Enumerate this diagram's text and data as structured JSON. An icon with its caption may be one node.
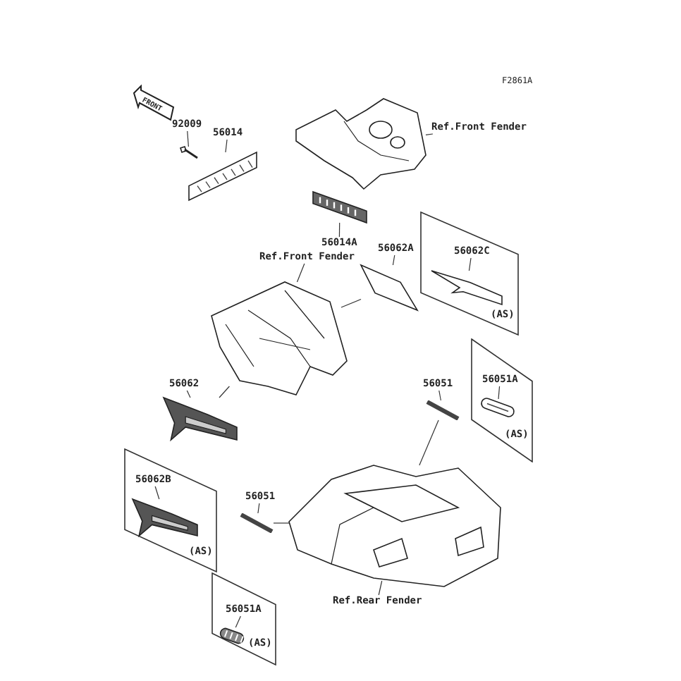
{
  "diagram": {
    "nodes": [
      {
        "text": [
          "92009"
        ]
      },
      {
        "text": [],
        "shape": "picture"
      },
      {
        "text": [
          "56014"
        ]
      },
      {
        "text": [],
        "shape": "picture"
      },
      {
        "text": [],
        "shape": "picture"
      },
      {
        "text": [
          "Ref.Front Fender"
        ]
      },
      {
        "text": [
          "56014A"
        ]
      },
      {
        "text": [],
        "shape": "picture"
      },
      {
        "text": [
          "Ref.Front Fender"
        ]
      },
      {
        "text": [],
        "shape": "picture"
      },
      {
        "text": [
          "56062A"
        ]
      },
      {
        "text": [],
        "shape": "picture"
      },
      {
        "text": [
          "(AS)"
        ]
      },
      {
        "text": [
          "56062C"
        ],
        "in": 12
      },
      {
        "text": [],
        "shape": "picture",
        "in": 12
      },
      {
        "text": [
          "(AS)"
        ]
      },
      {
        "text": [
          "56051A"
        ],
        "in": 15
      },
      {
        "text": [],
        "shape": "picture",
        "in": 15
      },
      {
        "text": [
          "56051"
        ]
      },
      {
        "text": [],
        "shape": "bar"
      },
      {
        "text": [
          "56062"
        ]
      },
      {
        "text": [],
        "shape": "picture"
      },
      {
        "text": [
          "(AS)"
        ]
      },
      {
        "text": [
          "56062B"
        ],
        "in": 22
      },
      {
        "text": [],
        "shape": "picture",
        "in": 22
      },
      {
        "text": [
          "(AS)"
        ]
      },
      {
        "text": [
          "56051A"
        ],
        "in": 25
      },
      {
        "text": [],
        "shape": "picture",
        "in": 25
      },
      {
        "text": [
          "56051"
        ]
      },
      {
        "text": [],
        "shape": "bar"
      },
      {
        "text": [],
        "shape": "picture"
      },
      {
        "text": [
          "Ref.Rear Fender"
        ]
      }
    ],
    "edges": [
      {
        "from": 0,
        "to": 1,
        "arrow": "none"
      },
      {
        "from": 2,
        "to": 3,
        "arrow": "none"
      },
      {
        "from": 5,
        "to": 4,
        "arrow": "none"
      },
      {
        "from": 6,
        "to": 7,
        "arrow": "none"
      },
      {
        "from": 8,
        "to": 9,
        "arrow": "none"
      },
      {
        "from": 10,
        "to": 11,
        "arrow": "none"
      },
      {
        "from": 11,
        "to": 9,
        "arrow": "none"
      },
      {
        "from": 13,
        "to": 14,
        "arrow": "none"
      },
      {
        "from": 16,
        "to": 17,
        "arrow": "none"
      },
      {
        "from": 18,
        "to": 19,
        "arrow": "none"
      },
      {
        "from": 19,
        "to": 30,
        "arrow": "none"
      },
      {
        "from": 20,
        "to": 21,
        "arrow": "none"
      },
      {
        "from": 21,
        "to": 9,
        "arrow": "none"
      },
      {
        "from": 23,
        "to": 24,
        "arrow": "none"
      },
      {
        "from": 26,
        "to": 27,
        "arrow": "none"
      },
      {
        "from": 28,
        "to": 29,
        "arrow": "none"
      },
      {
        "from": 29,
        "to": 30,
        "arrow": "none"
      },
      {
        "from": 31,
        "to": 30,
        "arrow": "none"
      }
    ],
    "labels": [
      "F2861A",
      "FRONT"
    ]
  }
}
